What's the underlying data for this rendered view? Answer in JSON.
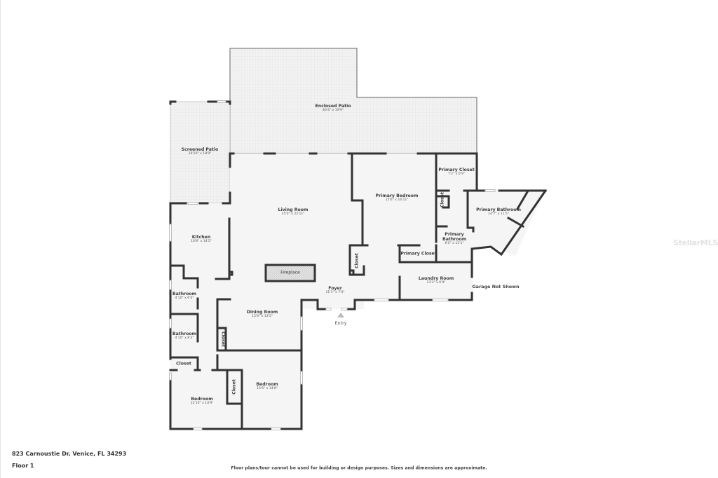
{
  "colors": {
    "wall": "#333333",
    "floor": "#f5f5f5",
    "patio": "#eeeeee",
    "text": "#3d3d3d",
    "window": "#cfcfcf"
  },
  "rooms": {
    "enclosed_patio": {
      "name": "Enclosed Patio",
      "dim": "46'4\" x 19'9\""
    },
    "screened_patio": {
      "name": "Screened Patio",
      "dim": "10'10\" x 18'9\""
    },
    "living_room": {
      "name": "Living Room",
      "dim": "25'0\" x 22'11\""
    },
    "kitchen": {
      "name": "Kitchen",
      "dim": "10'8\" x 14'5\""
    },
    "primary_bedroom": {
      "name": "Primary Bedroom",
      "dim": "15'6\" x 16'11\""
    },
    "primary_closet_top": {
      "name": "Primary Closet",
      "dim": "7'2\" x 6'9\""
    },
    "primary_bathroom_large": {
      "name": "Primary Bathroom",
      "dim": "14'7\" x 11'5\""
    },
    "primary_bathroom_small": {
      "name": "Primary Bathroom",
      "dim": "6'5\" x 13'1\""
    },
    "primary_closet_small": {
      "name": "Primary Closet"
    },
    "primary_closet_vertical": {
      "name": "Closet"
    },
    "foyer_closet": {
      "name": "Closet"
    },
    "fireplace": {
      "name": "Fireplace"
    },
    "foyer": {
      "name": "Foyer",
      "dim": "11'1\" x 7'0\""
    },
    "laundry_room": {
      "name": "Laundry Room",
      "dim": "13'3\" x 6'9\""
    },
    "bathroom_1": {
      "name": "Bathroom",
      "dim": "4'10\" x 6'0\""
    },
    "bathroom_2": {
      "name": "Bathroom",
      "dim": "4'10\" x 8'3\""
    },
    "dining_room": {
      "name": "Dining Room",
      "dim": "15'6\" x 13'5\""
    },
    "hall_closet": {
      "name": "Closet"
    },
    "dining_closet": {
      "name": "Closet"
    },
    "bedroom_1": {
      "name": "Bedroom",
      "dim": "12'10\" x 10'9\""
    },
    "bedroom_1_closet": {
      "name": "Closet"
    },
    "bedroom_2": {
      "name": "Bedroom",
      "dim": "15'6\" x 14'8\""
    }
  },
  "annotations": {
    "entry": "Entry",
    "garage": "Garage Not Shown"
  },
  "footer": {
    "address": "823 Carnoustie Dr, Venice, FL 34293",
    "floor": "Floor 1",
    "disclaimer": "Floor plans/tour cannot be used for building or design purposes. Sizes and dimensions are approximate."
  },
  "watermark": "StellarMLS"
}
